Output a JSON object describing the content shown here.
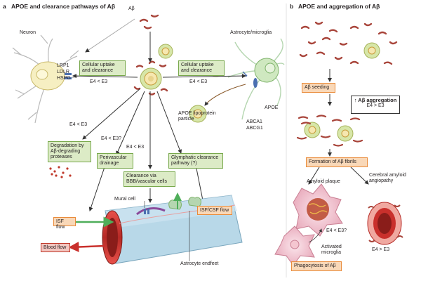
{
  "panel_a": {
    "letter": "a",
    "title": "APOE and clearance pathways of Aβ",
    "abeta": "Aβ",
    "neuron": "Neuron",
    "receptors": [
      "LRP1",
      "LDLR",
      "HSPG"
    ],
    "astrocyte": "Astrocyte/microglia",
    "uptake_left": "Cellular uptake and clearance",
    "uptake_left_ineq": "E4 < E3",
    "uptake_right": "Cellular uptake and clearance",
    "uptake_right_ineq": "E4 < E3",
    "apoe": "APOE",
    "abca": [
      "ABCA1",
      "ABCG1"
    ],
    "lipoprotein": "APOE lipoprotein particle",
    "ineq_degradation": "E4 < E3",
    "ineq_perivascular": "E4 < E3?",
    "ineq_bbb": "E4 < E3",
    "degradation": "Degradation by Aβ-degrading proteases",
    "perivascular": "Perivascular drainage",
    "glymphatic": "Glymphatic clearance pathway (?)",
    "bbb": "Clearance via BBB/vascular cells",
    "mural": "Mural cell",
    "isf_flow": "ISF flow",
    "isf_csf_flow": "ISF/CSF flow",
    "blood_flow": "Blood flow",
    "endfeet": "Astrocyte endfeet"
  },
  "panel_b": {
    "letter": "b",
    "title": "APOE and aggregation of Aβ",
    "seeding": "Aβ seeding",
    "aggregation_title": "↑ Aβ aggregation",
    "aggregation_ineq": "E4 > E3",
    "fibrils": "Formation of Aβ fibrils",
    "plaque": "Amyloid plaque",
    "caa": "Cerebral amyloid angiopathy",
    "ineq_microglia": "E4 < E3?",
    "microglia": "Activated microglia",
    "ineq_caa": "E4 > E3",
    "phagocytosis": "Phagocytosis of Aβ"
  },
  "colors": {
    "abeta": "#a8443a",
    "green_box": "#dcebc6",
    "orange_box": "#f9d8b8",
    "vessel": "#c9302c",
    "flow_arrow": "#4fae5a"
  }
}
